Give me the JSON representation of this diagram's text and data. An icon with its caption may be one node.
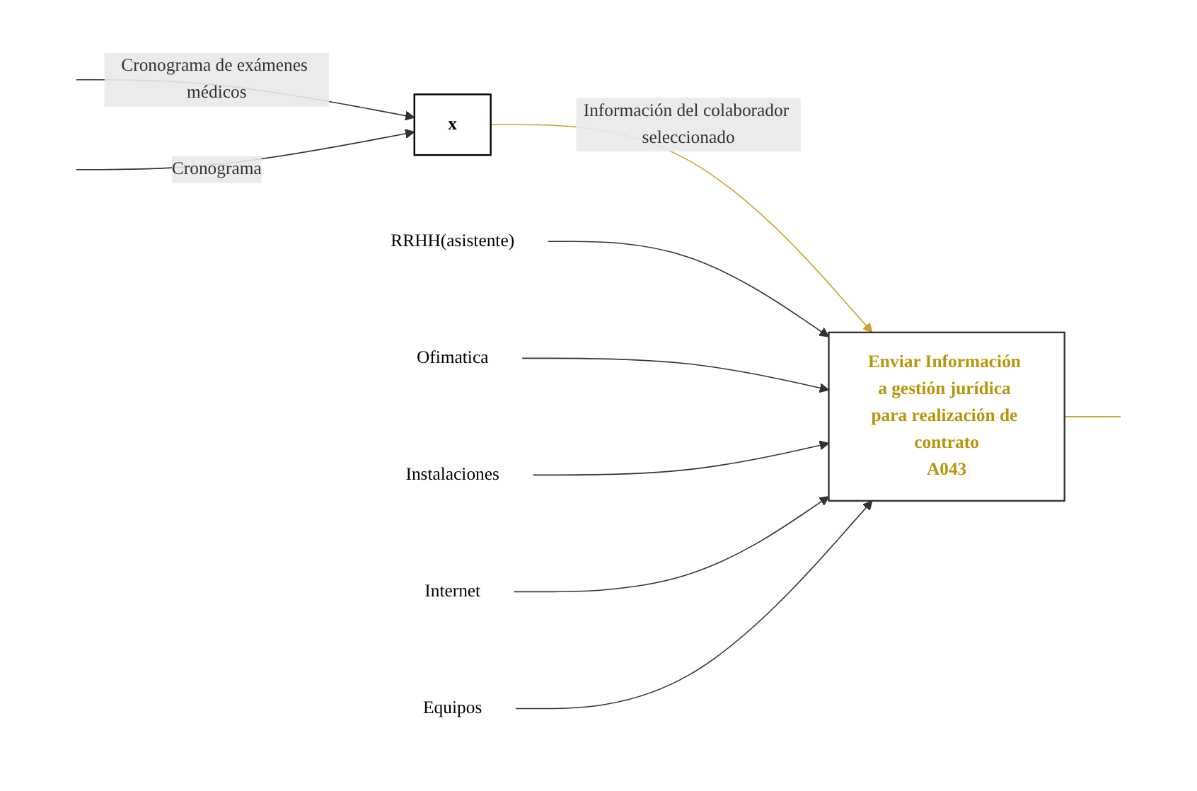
{
  "diagram": {
    "nodes": [
      {
        "text": [
          "Enviar Información a gestión jurídica para realización de contrato",
          "A043"
        ]
      },
      {
        "text": [
          "RRHH(asistente)"
        ]
      },
      {
        "text": [
          "Ofimatica"
        ]
      },
      {
        "text": [
          "Instalaciones"
        ]
      },
      {
        "text": [
          "Internet"
        ]
      },
      {
        "text": [
          "Equipos"
        ]
      },
      {
        "text": [
          "x"
        ]
      }
    ],
    "edges": [
      {
        "from": 6,
        "to": 0,
        "arrow": "to",
        "label": "Información del colaborador seleccionado",
        "color": "#c9a227"
      },
      {
        "from": 0,
        "to": null,
        "arrow": "none",
        "color": "#c9a227"
      },
      {
        "from": 1,
        "to": 0,
        "arrow": "to"
      },
      {
        "from": 2,
        "to": 0,
        "arrow": "to"
      },
      {
        "from": 3,
        "to": 0,
        "arrow": "to"
      },
      {
        "from": 4,
        "to": 0,
        "arrow": "to"
      },
      {
        "from": 5,
        "to": 0,
        "arrow": "to"
      },
      {
        "from": null,
        "to": 6,
        "arrow": "to",
        "label": "Cronograma de exámenes médicos"
      },
      {
        "from": null,
        "to": 6,
        "arrow": "to",
        "label": "Cronograma"
      }
    ]
  }
}
